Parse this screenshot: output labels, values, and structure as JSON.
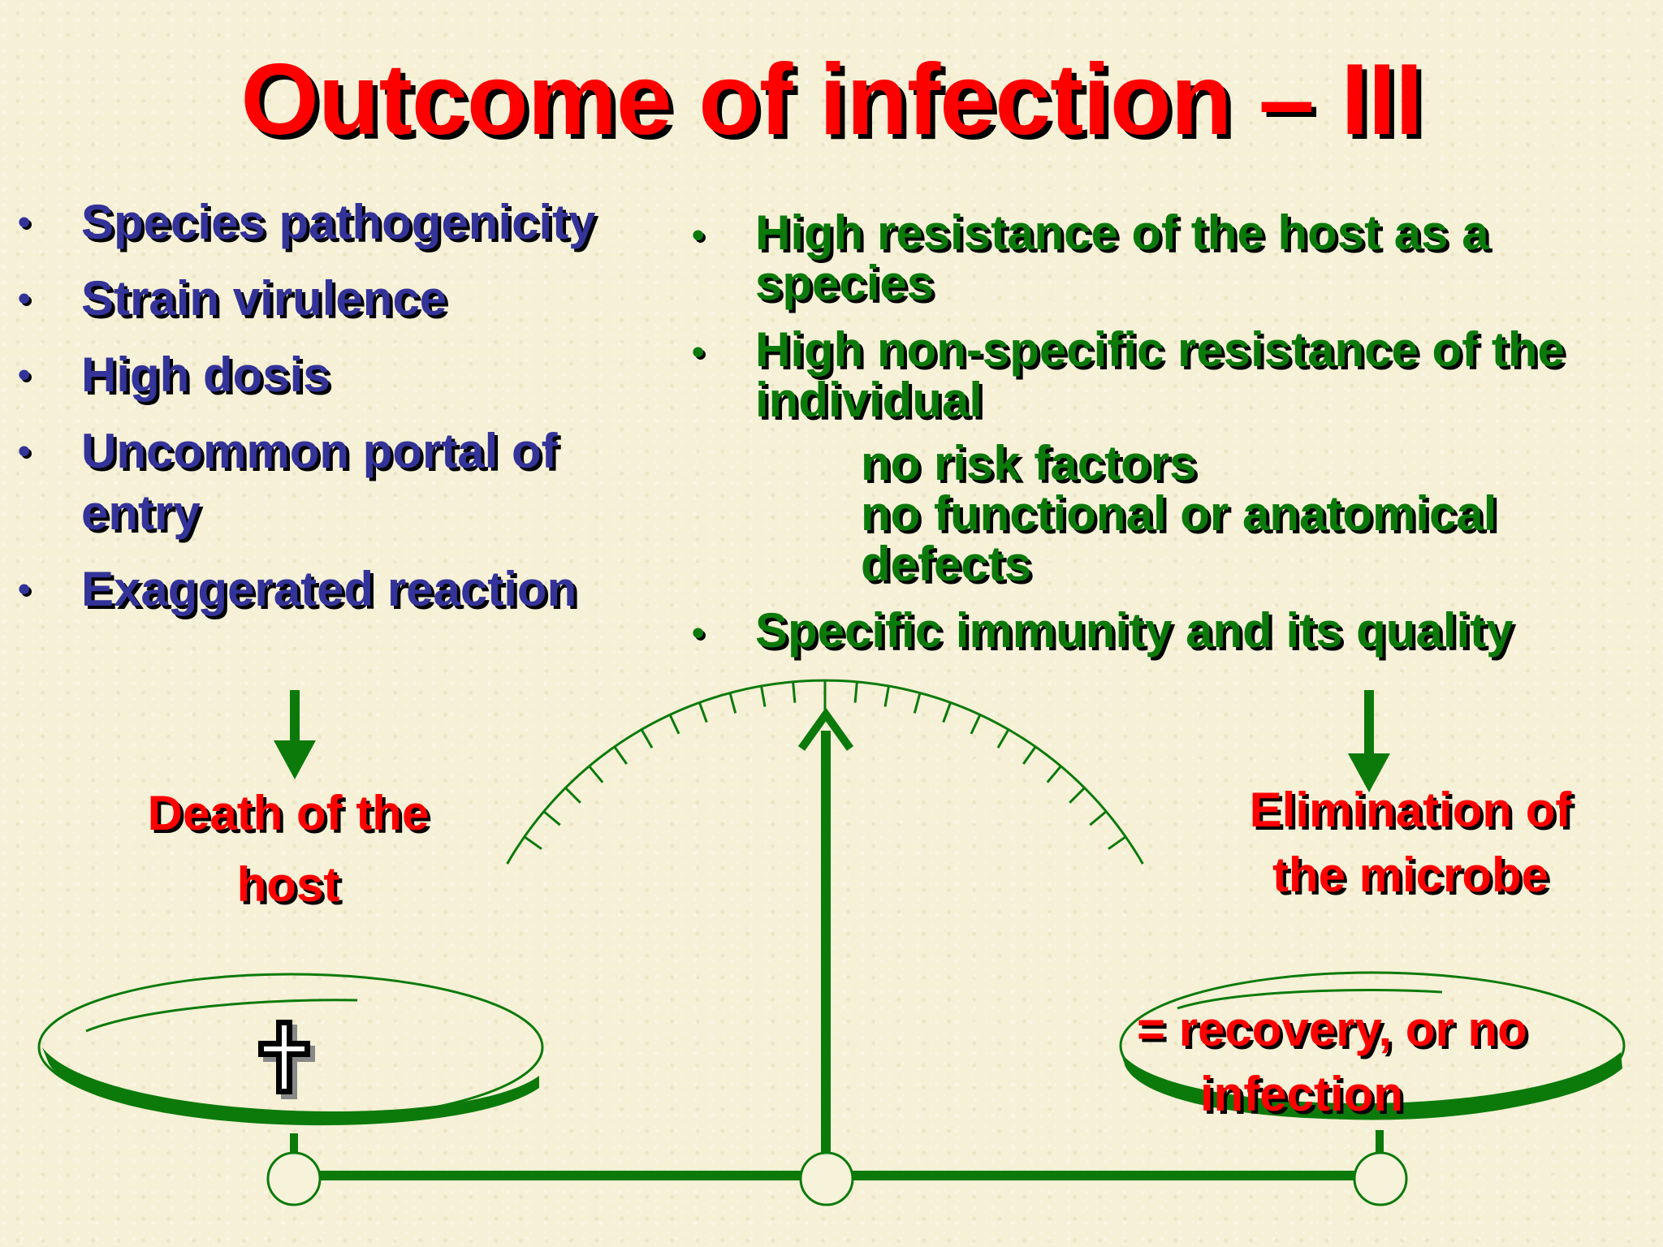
{
  "slide": {
    "title": "Outcome of infection – III"
  },
  "left_factors": {
    "items": [
      "Species pathogenicity",
      "Strain virulence",
      "High dosis",
      "Uncommon portal of entry",
      "Exaggerated reaction"
    ]
  },
  "right_factors": {
    "item1": "High resistance of the host as a species",
    "item2": "High non-specific resistance of the individual",
    "item2_sub1": "no risk factors",
    "item2_sub2": "no functional or anatomical defects",
    "item3": "Specific immunity and its quality"
  },
  "outcomes": {
    "left_line1": "Death of the",
    "left_line2": "host",
    "right_line1": "Elimination of",
    "right_line2": "the microbe",
    "recovery_line1": "= recovery, or no",
    "recovery_line2": "infection"
  },
  "diagram": {
    "balance_color": "#0b7a0b",
    "label_color": "#ff0000",
    "left_text_color": "#333399",
    "left_pan_icon": "cross-icon",
    "arrow_icon": "arrow-down-icon",
    "pointer_icon": "arrow-up-icon"
  }
}
